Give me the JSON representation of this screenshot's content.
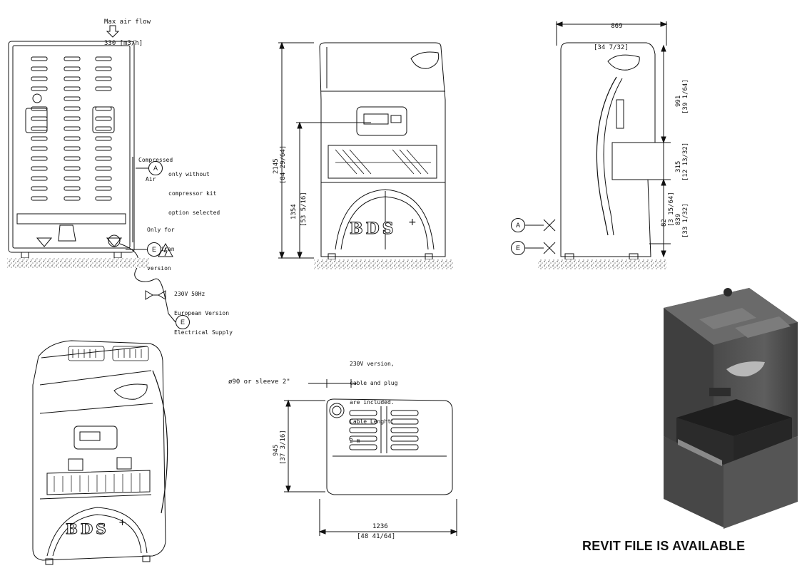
{
  "top_note": {
    "line1": "Max air flow",
    "line2": "330 [m3/h]"
  },
  "rear_view": {
    "compressed_air": [
      "Compressed",
      "Air"
    ],
    "compressor_note": [
      "only without",
      "compressor kit",
      "option selected"
    ],
    "american_note": [
      "Only for",
      "American",
      "version"
    ],
    "european_note": [
      "230V 50Hz",
      "European Version",
      "Electrical Supply"
    ],
    "marker_a": "A",
    "marker_e": "E"
  },
  "front_view": {
    "height_total": "2145",
    "height_total_in": "[84 29/64]",
    "height_mid": "1354",
    "height_mid_in": "[53 5/16]",
    "brand": "BDS"
  },
  "side_view": {
    "depth": "869",
    "depth_in": "[34 7/32]",
    "dim_991": "991",
    "dim_991_in": "[39 1/64]",
    "dim_315": "315",
    "dim_315_in": "[12 13/32]",
    "dim_82": "82",
    "dim_82_in": "[3 15/64]",
    "dim_839": "839",
    "dim_839_in": "[33 1/32]",
    "marker_a": "A",
    "marker_e": "E"
  },
  "top_view": {
    "sleeve": "ø90 or sleeve 2\"",
    "cable_note": [
      "230V version,",
      "cable and plug",
      "are included.",
      "Cable Lenght:",
      "2 m"
    ],
    "depth": "945",
    "depth_in": "[37 3/16]",
    "width": "1236",
    "width_in": "[48 41/64]"
  },
  "perspective": {
    "brand": "BDS"
  },
  "revit_note": "REVIT FILE IS AVAILABLE",
  "colors": {
    "line": "#111111",
    "render_body": "#5b5b5b",
    "render_dark": "#3a3a3a",
    "ground": "#9a9a9a"
  }
}
